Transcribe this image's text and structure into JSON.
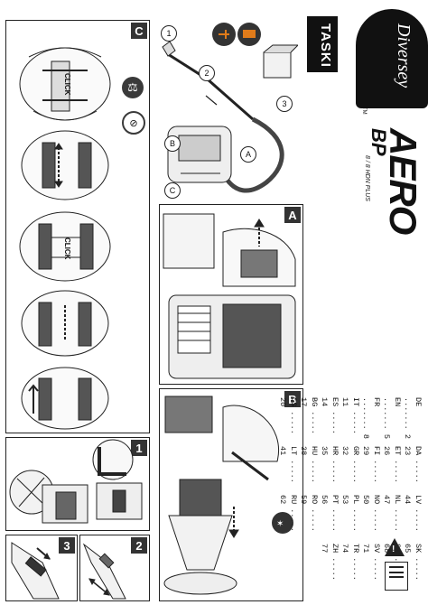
{
  "brand": {
    "name": "Diversey",
    "tm": "TM",
    "product_logo": "TASKI",
    "product_name": "AERO",
    "product_variant": "BP",
    "product_models": "8 / 8 HDN PLUS"
  },
  "panels": {
    "c": {
      "label": "C"
    },
    "a": {
      "label": "A"
    },
    "b": {
      "label": "B"
    },
    "step1": {
      "label": "1"
    },
    "step2": {
      "label": "2"
    },
    "step3": {
      "label": "3"
    }
  },
  "overview_callouts": [
    "1",
    "2",
    "3",
    "A",
    "B",
    "C"
  ],
  "click_labels": [
    "CLICK",
    "CLICK"
  ],
  "languages": [
    {
      "code": "DE",
      "page": "2"
    },
    {
      "code": "EN",
      "page": "5"
    },
    {
      "code": "FR",
      "page": "8"
    },
    {
      "code": "IT",
      "page": "11"
    },
    {
      "code": "ES",
      "page": "14"
    },
    {
      "code": "BG",
      "page": "17"
    },
    {
      "code": "CS",
      "page": "20"
    },
    {
      "code": "DA",
      "page": "23"
    },
    {
      "code": "ET",
      "page": "26"
    },
    {
      "code": "FI",
      "page": "29"
    },
    {
      "code": "GR",
      "page": "32"
    },
    {
      "code": "HR",
      "page": "35"
    },
    {
      "code": "HU",
      "page": "38"
    },
    {
      "code": "LT",
      "page": "41"
    },
    {
      "code": "LV",
      "page": "44"
    },
    {
      "code": "NL",
      "page": "47"
    },
    {
      "code": "NO",
      "page": "50"
    },
    {
      "code": "PL",
      "page": "53"
    },
    {
      "code": "PT",
      "page": "56"
    },
    {
      "code": "RO",
      "page": "59"
    },
    {
      "code": "RU",
      "page": "62"
    },
    {
      "code": "SK",
      "page": "65"
    },
    {
      "code": "SL",
      "page": "68"
    },
    {
      "code": "SV",
      "page": "71"
    },
    {
      "code": "TR",
      "page": "74"
    },
    {
      "code": "ZH",
      "page": "77"
    }
  ],
  "colors": {
    "ink": "#222222",
    "tag_bg": "#333333",
    "badge_bg": "#3a3a3a",
    "accent_orange": "#e07b1a"
  }
}
